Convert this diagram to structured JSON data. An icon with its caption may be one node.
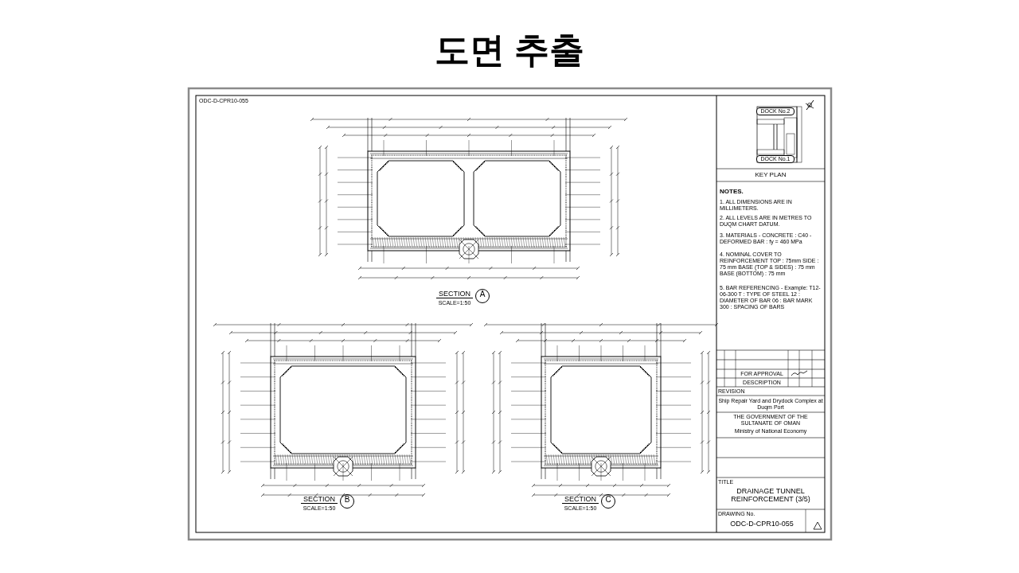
{
  "diagram": {
    "title": "도면 추출",
    "labels": [
      "ODC-D-CPR10-055",
      "DOCK No.2",
      "DOCK No.1",
      "KEY PLAN",
      "SECTION",
      "A",
      "SCALE=1:50",
      "NOTES.",
      "1. ALL DIMENSIONS ARE IN MILLIMETERS.",
      "2. ALL LEVELS ARE IN METRES TO DUQM CHART DATUM.",
      "3. MATERIALS - CONCRETE : C40 - DEFORMED BAR : fy = 460 MPa",
      "4. NOMINAL COVER TO REINFORCEMENT TOP : 75mm SIDE : 75 mm BASE (TOP & SIDES) : 75 mm BASE (BOTTOM) : 75 mm",
      "5. BAR REFERENCING - Example: T12-06-300 T : TYPE OF STEEL 12 : DIAMETER OF BAR 06 : BAR MARK 300 : SPACING OF BARS",
      "SECTION",
      "B",
      "SCALE=1:50",
      "SECTION",
      "C",
      "SCALE=1:50",
      "FOR APPROVAL",
      "DESCRIPTION",
      "REVISION",
      "Ship Repair Yard and Drydock Complex at Duqm Port",
      "THE GOVERNMENT OF THE SULTANATE OF OMAN",
      "Ministry of National Economy",
      "TITLE",
      "DRAINAGE TUNNEL REINFORCEMENT (3/5)",
      "DRAWING No.",
      "ODC-D-CPR10-055"
    ]
  }
}
